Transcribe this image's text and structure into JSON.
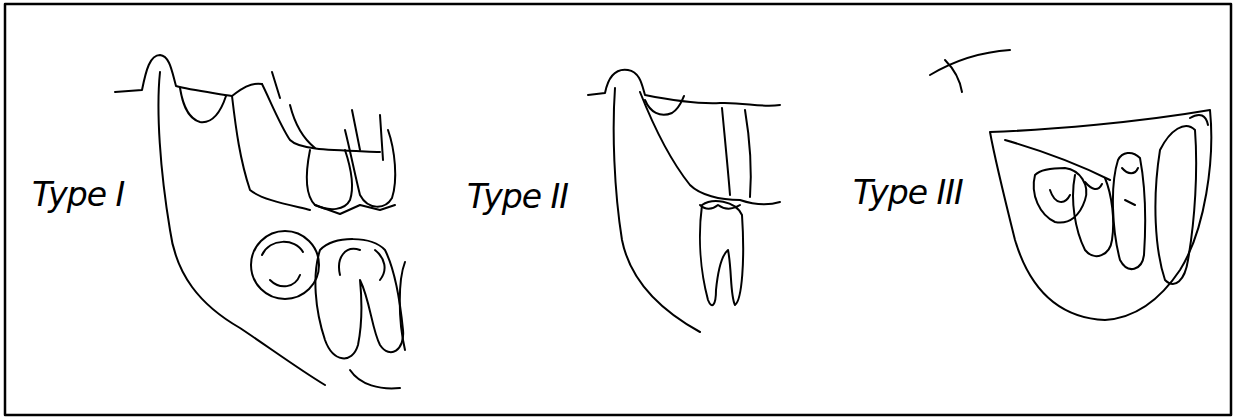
{
  "diagram": {
    "labels": [
      "Type I",
      "Type II",
      "Type III"
    ]
  }
}
